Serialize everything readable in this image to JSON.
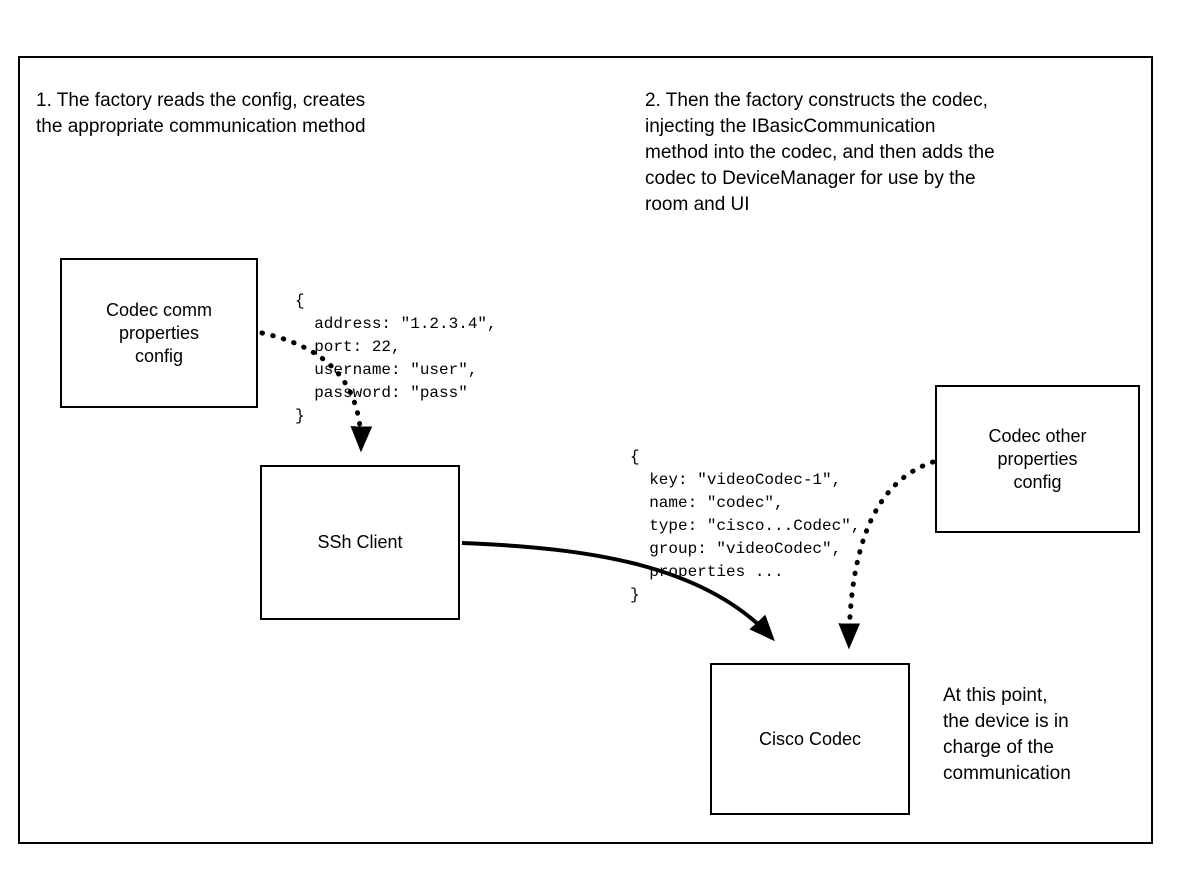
{
  "notes": {
    "step1": "1. The factory reads the config, creates\nthe appropriate communication method",
    "step2": "2. Then the factory constructs the codec,\ninjecting the IBasicCommunication\nmethod into the codec, and then adds the\ncodec to DeviceManager for use by the\nroom and UI",
    "endpoint": "At this point,\nthe device is in\ncharge of the\ncommunication"
  },
  "nodes": {
    "codec_comm": {
      "label": "Codec comm\nproperties\nconfig"
    },
    "ssh_client": {
      "label": "SSh Client"
    },
    "codec_other": {
      "label": "Codec other\nproperties\nconfig"
    },
    "cisco_codec": {
      "label": "Cisco Codec"
    }
  },
  "code": {
    "comm_properties": "{\n  address: \"1.2.3.4\",\n  port: 22,\n  username: \"user\",\n  password: \"pass\"\n}",
    "codec_properties": "{\n  key: \"videoCodec-1\",\n  name: \"codec\",\n  type: \"cisco...Codec\",\n  group: \"videoCodec\",\n  properties ...\n}"
  },
  "connectors": [
    {
      "id": "config-to-ssh",
      "style": "dotted",
      "from": "codec_comm",
      "to": "ssh_client"
    },
    {
      "id": "ssh-to-codec",
      "style": "solid",
      "from": "ssh_client",
      "to": "cisco_codec"
    },
    {
      "id": "other-config-to-codec",
      "style": "dotted",
      "from": "codec_other",
      "to": "cisco_codec"
    }
  ],
  "colors": {
    "stroke": "#000000",
    "background": "#ffffff"
  }
}
